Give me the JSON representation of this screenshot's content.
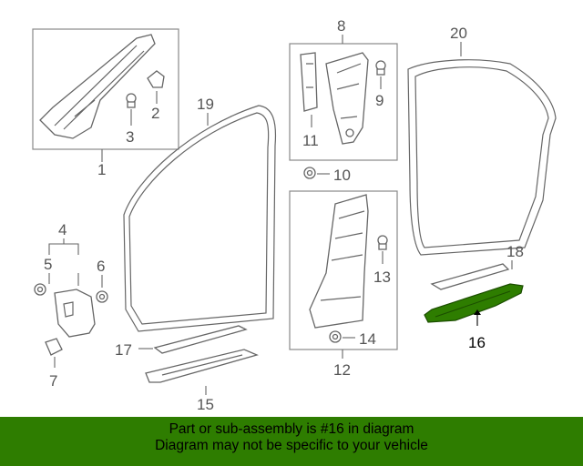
{
  "diagram": {
    "callouts": {
      "c1": "1",
      "c2": "2",
      "c3": "3",
      "c4": "4",
      "c5": "5",
      "c6": "6",
      "c7": "7",
      "c8": "8",
      "c9": "9",
      "c10": "10",
      "c11": "11",
      "c12": "12",
      "c13": "13",
      "c14": "14",
      "c15": "15",
      "c16": "16",
      "c17": "17",
      "c18": "18",
      "c19": "19",
      "c20": "20"
    },
    "highlighted_part": "16",
    "colors": {
      "highlight_part": "#2e7d00",
      "line": "#666666",
      "box": "#888888"
    }
  },
  "banner": {
    "line1": "Part or sub-assembly is #16 in diagram",
    "line2": "Diagram may not be specific to your vehicle",
    "background": "#2e7d00"
  }
}
